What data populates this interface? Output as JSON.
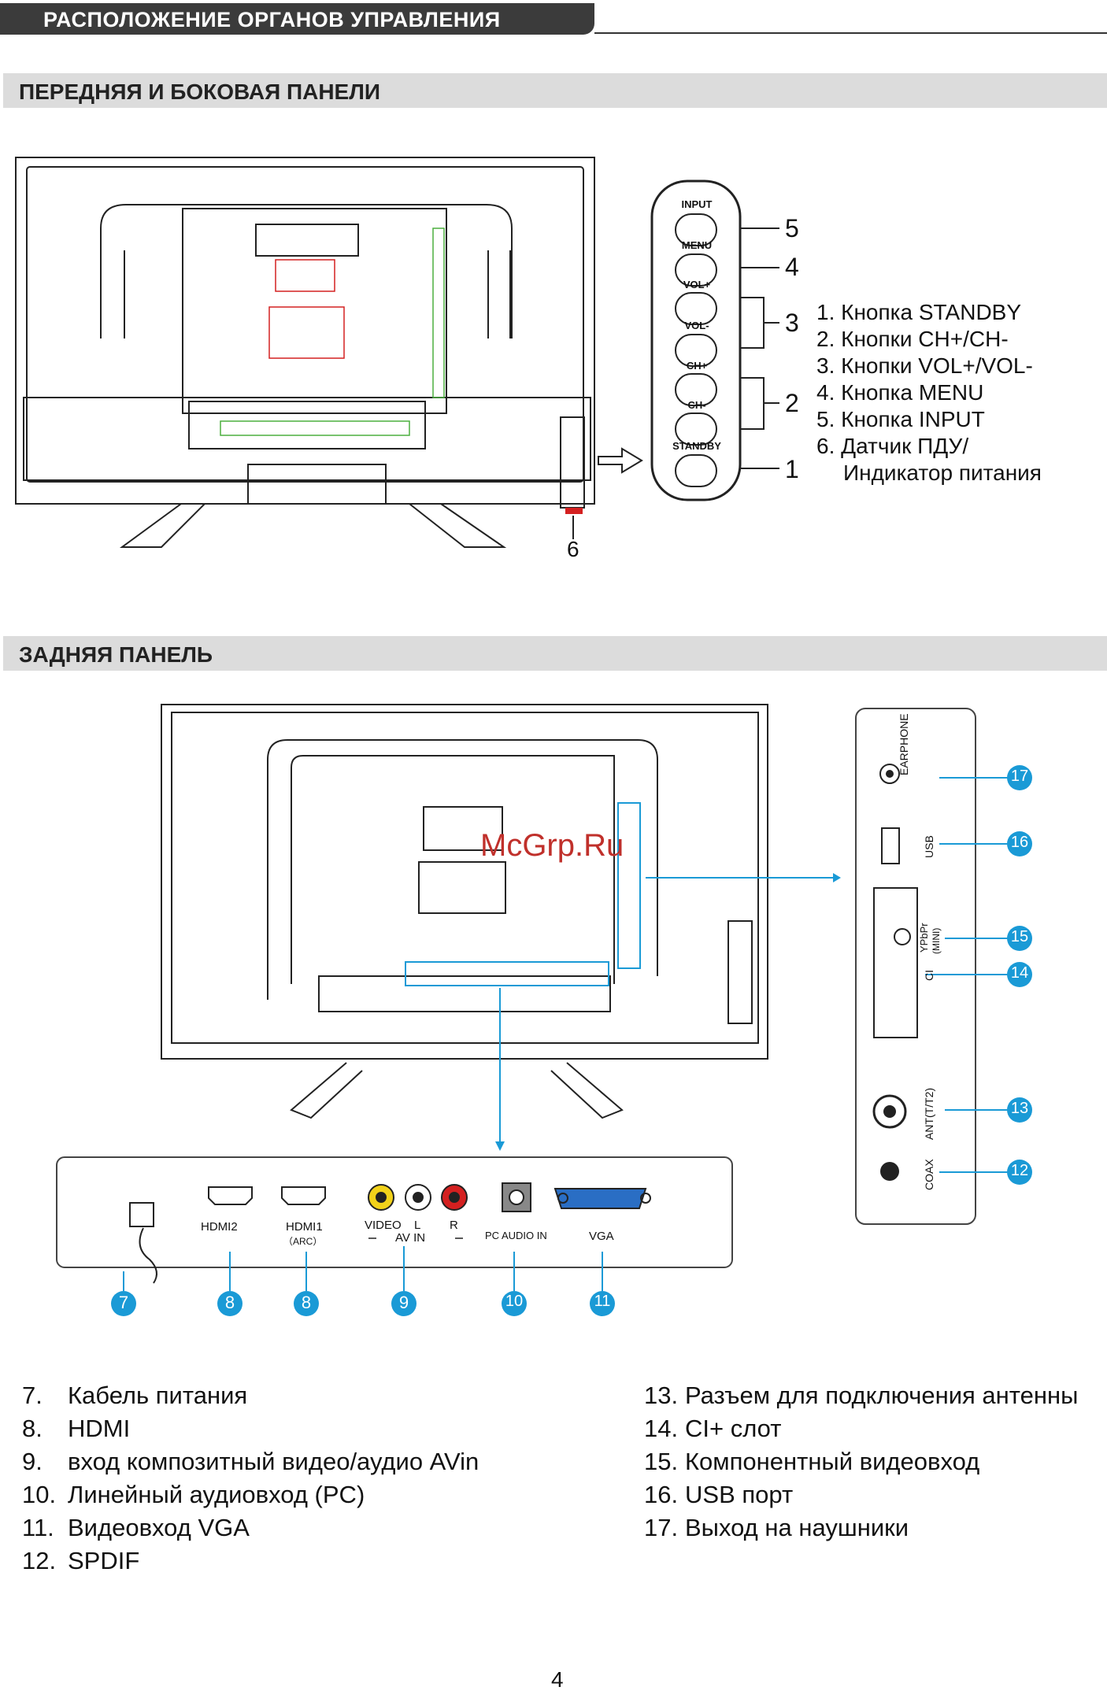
{
  "header": {
    "title": "РАСПОЛОЖЕНИЕ ОРГАНОВ УПРАВЛЕНИЯ"
  },
  "sections": {
    "front": "ПЕРЕДНЯЯ И БОКОВАЯ ПАНЕЛИ",
    "rear": "ЗАДНЯЯ ПАНЕЛЬ"
  },
  "side_buttons": {
    "labels": [
      "INPUT",
      "MENU",
      "VOL+",
      "VOL-",
      "CH+",
      "CH-",
      "STANDBY"
    ],
    "callouts": [
      "5",
      "4",
      "3",
      "2",
      "1",
      "6"
    ],
    "legend": [
      "1. Кнопка STANDBY",
      "2. Кнопки CH+/CH-",
      "3. Кнопки VOL+/VOL-",
      "4. Кнопка MENU",
      "5. Кнопка INPUT",
      "6. Датчик ПДУ/",
      "Индикатор питания"
    ]
  },
  "rear_panel": {
    "bottom_ports": {
      "hdmi2": "HDMI2",
      "hdmi1": "HDMI1",
      "arc": "（ARC）",
      "video": "VIDEO",
      "l": "L",
      "r": "R",
      "av_in": "AV IN",
      "pc_audio": "PC AUDIO IN",
      "vga": "VGA"
    },
    "side_ports": {
      "earphone": "EARPHONE",
      "usb": "USB",
      "ypbpr": "YPbPr",
      "mini": "(MINI)",
      "ci": "CI",
      "ant": "ANT(T/T2)",
      "coax": "COAX"
    },
    "callouts_bottom": [
      "7",
      "8",
      "8",
      "9",
      "10",
      "11"
    ],
    "callouts_side": [
      "17",
      "16",
      "15",
      "14",
      "13",
      "12"
    ],
    "accent_color": "#1a9ad6"
  },
  "list_left": [
    {
      "num": "7.",
      "text": "Кабель питания"
    },
    {
      "num": "8.",
      "text": "HDMI"
    },
    {
      "num": "9.",
      "text": "вход композитный видео/аудио AVin"
    },
    {
      "num": "10.",
      "text": "Линейный аудиовход (PC)"
    },
    {
      "num": "11.",
      "text": "Видеовход VGA"
    },
    {
      "num": "12.",
      "text": "SPDIF"
    }
  ],
  "list_right": [
    {
      "num": "13.",
      "text": "Разъем для подключения антенны"
    },
    {
      "num": "14.",
      "text": "CI+ слот"
    },
    {
      "num": "15.",
      "text": "Компонентный видеовход"
    },
    {
      "num": "16.",
      "text": "USB порт"
    },
    {
      "num": "17.",
      "text": "Выход на наушники"
    }
  ],
  "watermark": "McGrp.Ru",
  "page_number": "4"
}
